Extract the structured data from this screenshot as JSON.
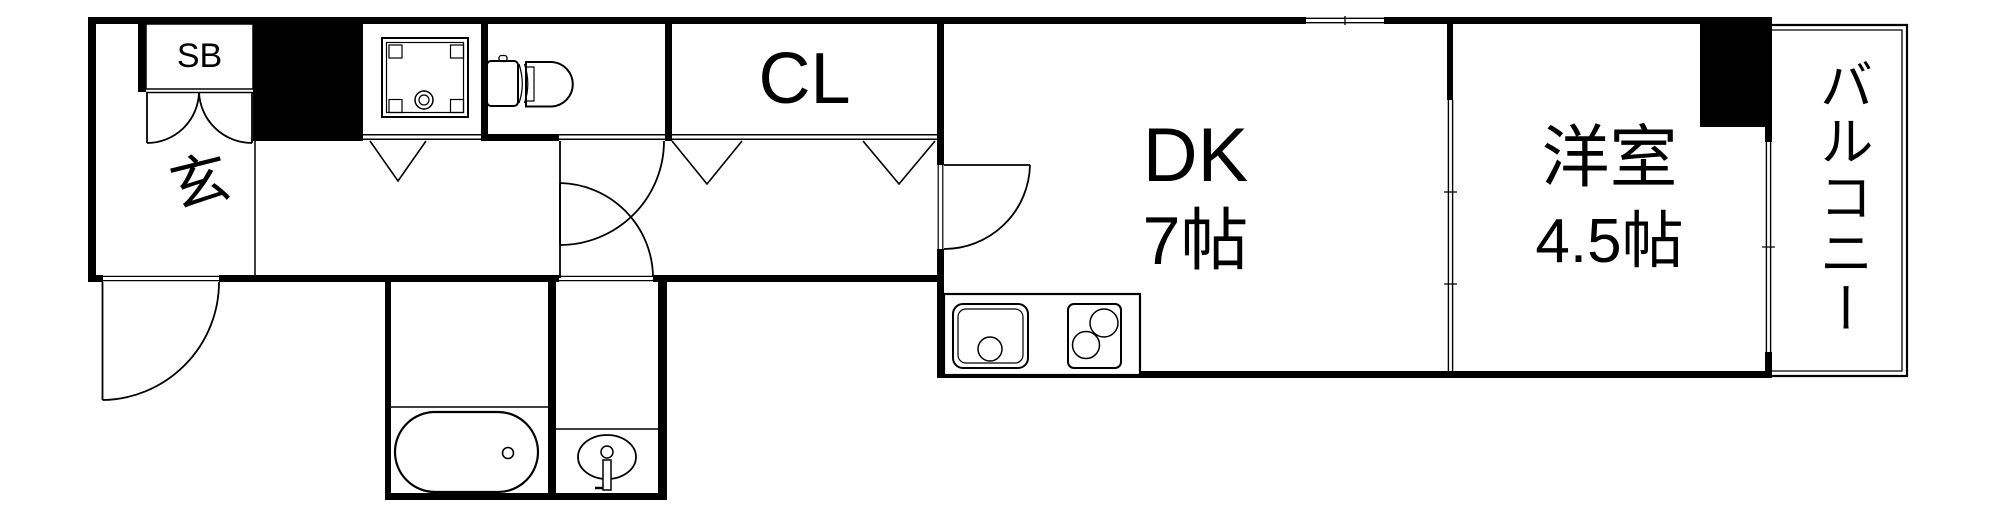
{
  "floor_plan": {
    "rooms": {
      "shoe_box": {
        "label": "SB"
      },
      "entrance": {
        "label": "玄"
      },
      "closet": {
        "label": "CL"
      },
      "dining_kitchen": {
        "label": "DK",
        "size": "7帖"
      },
      "western_room": {
        "label": "洋室",
        "size": "4.5帖"
      },
      "balcony": {
        "label": "バルコニー"
      }
    },
    "fixtures": [
      "washing-machine-pan",
      "toilet",
      "kitchen-sink",
      "gas-stove",
      "bathtub",
      "washbasin"
    ],
    "colors": {
      "line": "#000000",
      "background": "#ffffff",
      "pillar": "#000000"
    }
  }
}
